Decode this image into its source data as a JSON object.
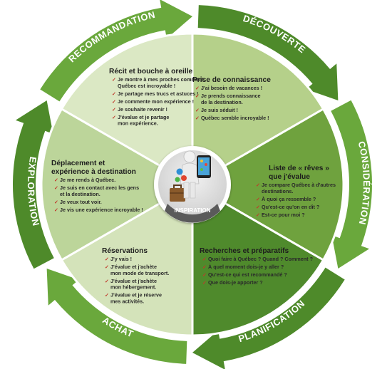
{
  "colors": {
    "arrow": "#4e8a2a",
    "arrow_light": "#6aa83c",
    "segment_light": "#dbe8c4",
    "segment_mid": "#b5d08a",
    "segment_dark": "#6fa23e",
    "segment_darkest": "#4f8a2c",
    "segment_pale": "#d4e3ba",
    "segment_sage": "#bcd59a",
    "center_ring": "#ffffff",
    "center_fill": "#dedede",
    "label_band": "#5a5a5a"
  },
  "arrows": [
    {
      "label": "RECOMMANDATION"
    },
    {
      "label": "DÉCOUVERTE"
    },
    {
      "label": "CONSIDÉRATION"
    },
    {
      "label": "PLANIFICATION"
    },
    {
      "label": "ACHAT"
    },
    {
      "label": "EXPLORATION"
    }
  ],
  "segments": [
    {
      "title": [
        "Récit et bouche à oreille"
      ],
      "items": [
        [
          "Je montre à mes proches comment",
          "Québec est incroyable !"
        ],
        [
          "Je partage mes trucs et astuces !"
        ],
        [
          "Je commente mon expérience !"
        ],
        [
          "Je souhaite revenir !"
        ],
        [
          "J'évalue et je partage",
          "mon expérience."
        ]
      ]
    },
    {
      "title": [
        "Prise de connaissance"
      ],
      "items": [
        [
          "J'ai besoin de vacances !"
        ],
        [
          "Je prends connaissance",
          "de la destination."
        ],
        [
          "Je suis séduit !"
        ],
        [
          "Québec semble incroyable !"
        ]
      ]
    },
    {
      "title": [
        "Liste de « rêves »",
        "que j'évalue"
      ],
      "items": [
        [
          "Je compare Québec à d'autres",
          "destinations."
        ],
        [
          "À quoi ça ressemble ?"
        ],
        [
          "Qu'est-ce qu'on en dit ?"
        ],
        [
          "Est-ce pour moi ?"
        ]
      ]
    },
    {
      "title": [
        "Recherches et préparatifs"
      ],
      "items": [
        [
          "Quoi faire à Québec ? Quand ? Comment ?"
        ],
        [
          "À quel moment dois-je y aller ?"
        ],
        [
          "Qu'est-ce qui est recommandé ?"
        ],
        [
          "Que dois-je apporter ?"
        ]
      ]
    },
    {
      "title": [
        "Réservations"
      ],
      "items": [
        [
          "J'y vais !"
        ],
        [
          "J'évalue et j'achète",
          "mon mode de transport."
        ],
        [
          "J'évalue et j'achète",
          "mon hébergement."
        ],
        [
          "J'évalue et je réserve",
          "mes activités."
        ]
      ]
    },
    {
      "title": [
        "Déplacement et",
        "expérience à destination"
      ],
      "items": [
        [
          "Je me rends à Québec."
        ],
        [
          "Je suis en contact avec les gens",
          "et la destination."
        ],
        [
          "Je veux tout voir."
        ],
        [
          "Je vis une expérience incroyable !"
        ]
      ]
    }
  ],
  "center": {
    "label": "INSPIRATION",
    "icon": "person-with-smartphone-and-suitcase-icon"
  }
}
